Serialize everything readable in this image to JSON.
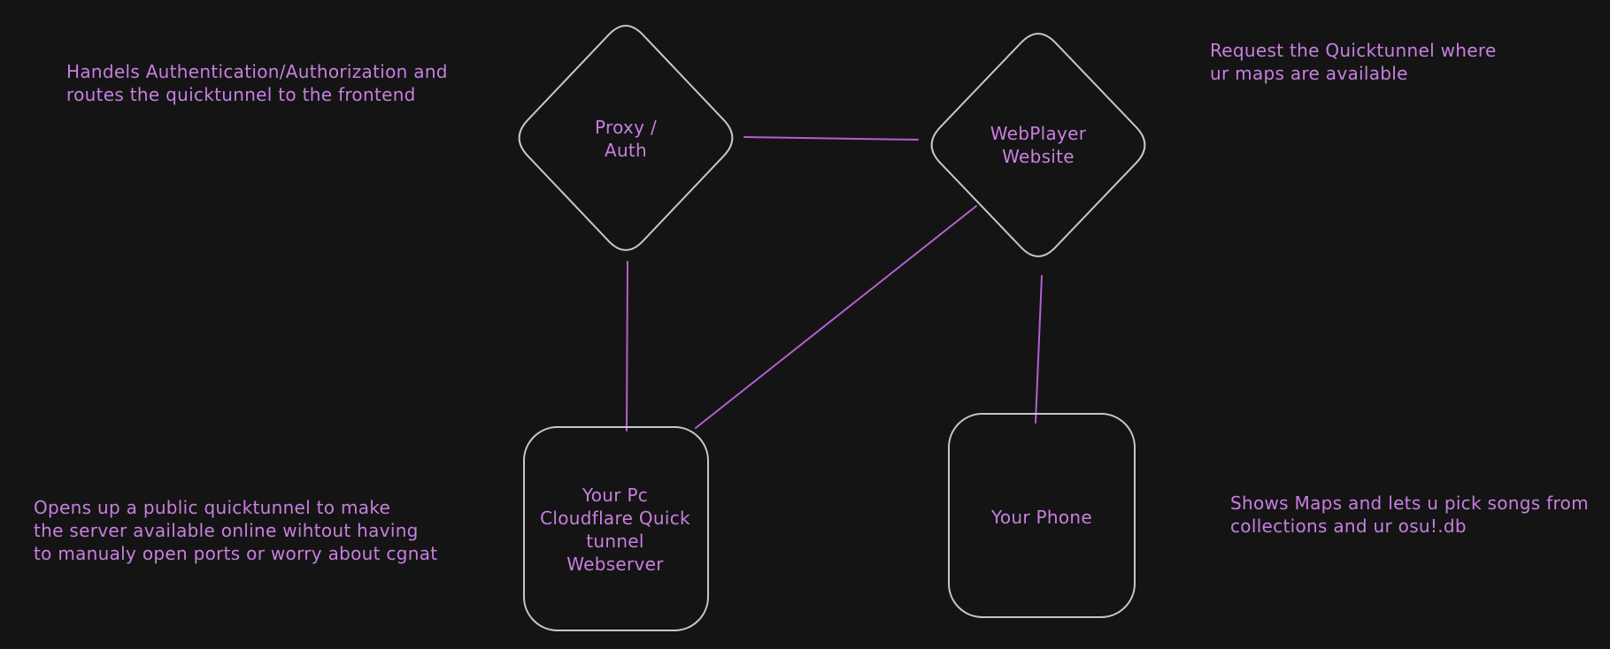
{
  "colors": {
    "background": "#141414",
    "shape_stroke": "#c5c8cb",
    "edge_stroke": "#b55fd2",
    "text_purple": "#c87fe0"
  },
  "nodes": [
    {
      "id": "proxy-auth",
      "shape": "diamond",
      "label": "Proxy /\nAuth"
    },
    {
      "id": "webplayer-website",
      "shape": "diamond",
      "label": "WebPlayer\nWebsite"
    },
    {
      "id": "pc-webserver",
      "shape": "rounded-rectangle",
      "label": "Your Pc\nCloudflare Quick\ntunnel\nWebserver"
    },
    {
      "id": "your-phone",
      "shape": "rounded-rectangle",
      "label": "Your Phone"
    }
  ],
  "edges": [
    {
      "from": "proxy-auth",
      "to": "webplayer-website"
    },
    {
      "from": "proxy-auth",
      "to": "pc-webserver"
    },
    {
      "from": "webplayer-website",
      "to": "pc-webserver"
    },
    {
      "from": "webplayer-website",
      "to": "your-phone"
    }
  ],
  "annotations": [
    {
      "id": "proxy-auth-note",
      "text": "Handels Authentication/Authorization and\nroutes the quicktunnel to the frontend"
    },
    {
      "id": "webplayer-note",
      "text": "Request the Quicktunnel where\nur maps are available"
    },
    {
      "id": "webserver-note",
      "text": "Opens up a public quicktunnel to make\nthe server available online wihtout having\nto manualy open ports or worry about cgnat"
    },
    {
      "id": "phone-note",
      "text": "Shows Maps and lets u pick songs from\ncollections and ur osu!.db"
    }
  ]
}
